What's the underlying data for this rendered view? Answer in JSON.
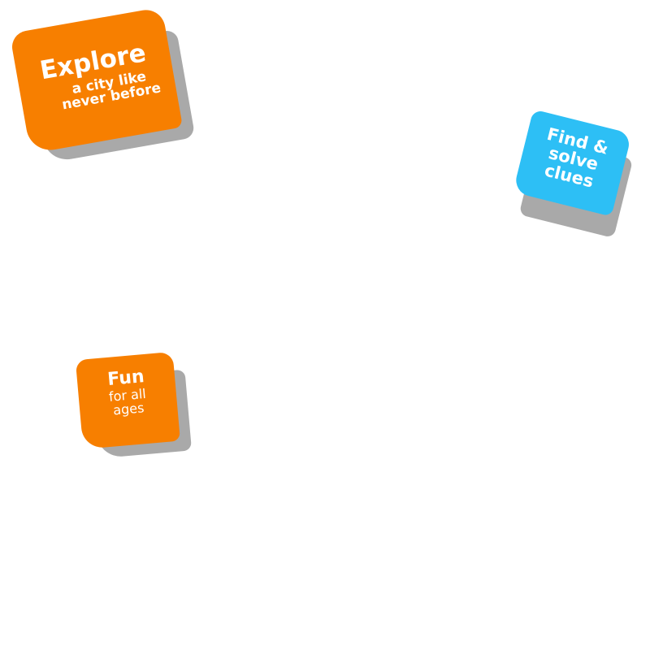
{
  "stickers": [
    {
      "title": "Explore",
      "subtitle": "a city like never before",
      "color": "#f77f00"
    },
    {
      "title": "Find & solve clues",
      "color": "#2dbff5"
    },
    {
      "title": "Fun",
      "subtitle": "for all ages",
      "color": "#f77f00"
    }
  ]
}
